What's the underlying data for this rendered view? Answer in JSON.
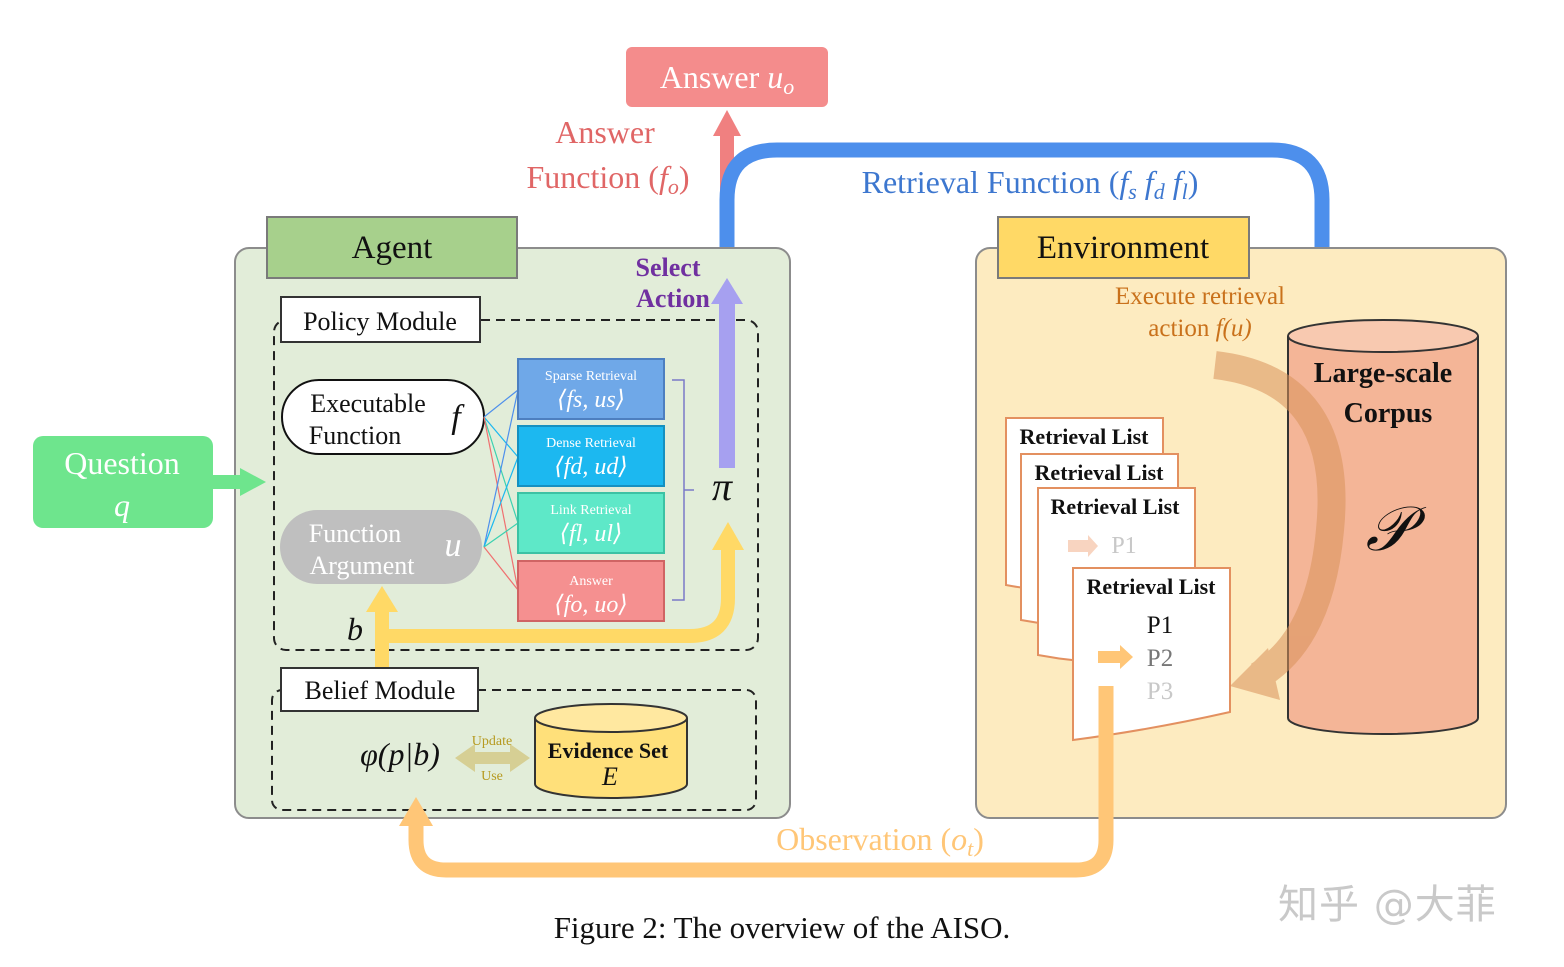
{
  "answer_box": {
    "label": "Answer",
    "var": "u",
    "sub": "o"
  },
  "answer_function": {
    "line1": "Answer",
    "line2": "Function (",
    "var": "f",
    "sub": "o",
    "close": ")"
  },
  "retrieval_function": {
    "label": "Retrieval Function (",
    "f1": "f",
    "s1": "s",
    "f2": "f",
    "s2": "d",
    "f3": "f",
    "s3": "l",
    "close": ")"
  },
  "agent": {
    "title": "Agent",
    "select_line1": "Select",
    "select_line2": "Action",
    "pi": "π"
  },
  "policy": {
    "title": "Policy Module",
    "executable_line1": "Executable",
    "executable_line2": "Function",
    "executable_var": "f",
    "argument_line1": "Function",
    "argument_line2": "Argument",
    "argument_var": "u",
    "b": "b"
  },
  "actions": [
    {
      "name": "Sparse Retrieval",
      "pair": "⟨fs, us⟩",
      "color": "#6fa8e8"
    },
    {
      "name": "Dense Retrieval",
      "pair": "⟨fd, ud⟩",
      "color": "#1cb8f0"
    },
    {
      "name": "Link Retrieval",
      "pair": "⟨fl, ul⟩",
      "color": "#5ee8c8"
    },
    {
      "name": "Answer",
      "pair": "⟨fo, uo⟩",
      "color": "#f59090"
    }
  ],
  "belief": {
    "title": "Belief Module",
    "phi": "φ(p|b)",
    "update": "Update",
    "use": "Use",
    "evidence_title": "Evidence Set",
    "evidence_var": "E"
  },
  "question": {
    "label": "Question",
    "var": "q"
  },
  "environment": {
    "title": "Environment",
    "execute_line1": "Execute retrieval",
    "execute_line2": "action ",
    "execute_var": "f(u)",
    "corpus_line1": "Large-scale",
    "corpus_line2": "Corpus",
    "corpus_var": "𝒫",
    "list_title": "Retrieval List",
    "items": [
      "P1",
      "P2",
      "P3"
    ]
  },
  "observation": {
    "label": "Observation (",
    "var": "o",
    "sub": "t",
    "close": ")"
  },
  "caption": "Figure 2: The overview of the AISO.",
  "watermark": "知乎 @大菲",
  "colors": {
    "agent_bg": "#e2edd9",
    "agent_header": "#a7d08c",
    "env_bg": "#fdebc0",
    "env_header": "#ffd966",
    "answer_red": "#f08080",
    "retrieval_blue": "#4d8fec",
    "select_purple": "#7030a0",
    "observation_orange": "#ffc677",
    "question_green": "#6ee58d",
    "corpus": "#f4b597"
  }
}
